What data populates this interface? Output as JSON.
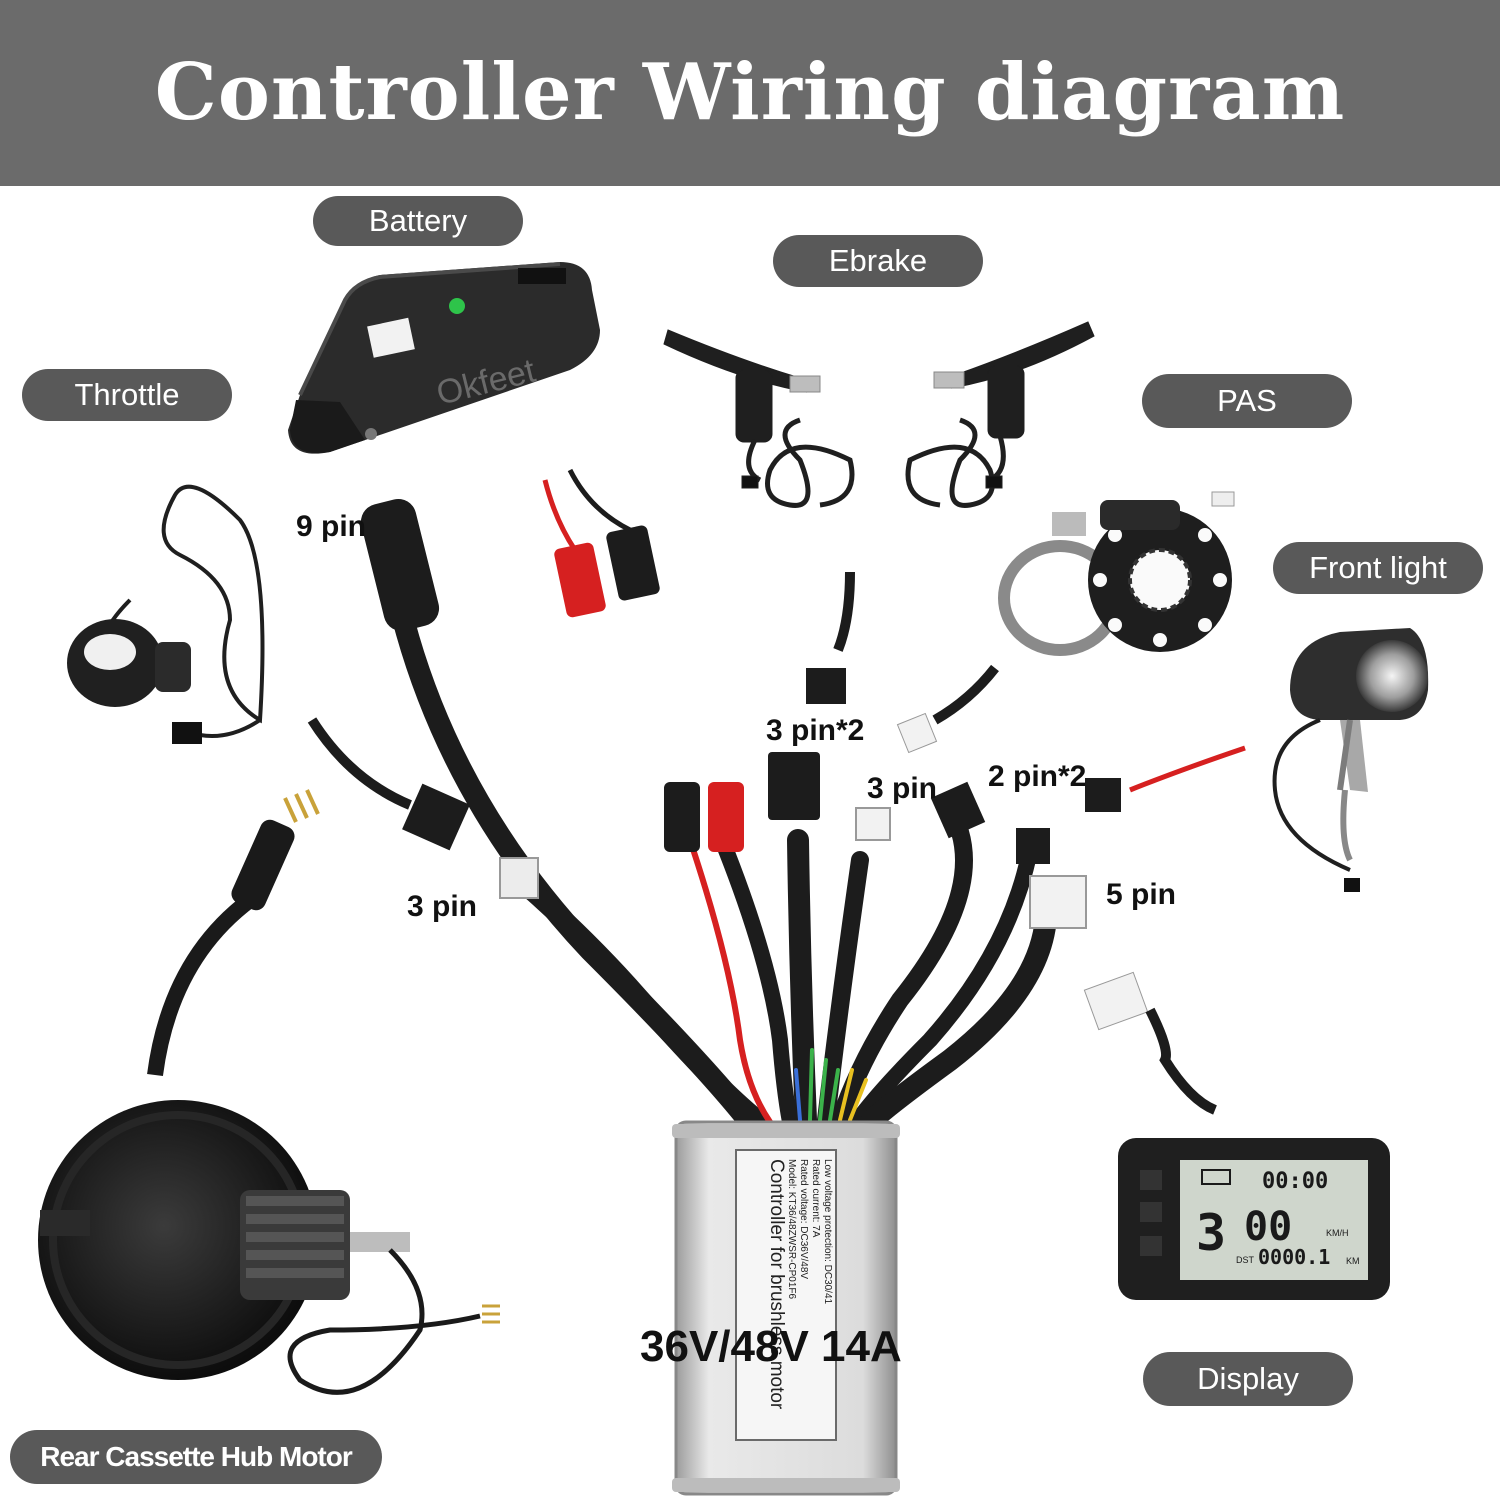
{
  "header": {
    "title": "Controller Wiring diagram"
  },
  "components": {
    "battery": "Battery",
    "ebrake": "Ebrake",
    "throttle": "Throttle",
    "pas": "PAS",
    "front_light": "Front light",
    "display": "Display",
    "motor": "Rear Cassette Hub Motor"
  },
  "pins": {
    "nine": "9 pin",
    "three_pin_x2": "3 pin*2",
    "three_pin_pas": "3 pin",
    "two_pin_x2": "2 pin*2",
    "three_pin_throttle": "3 pin",
    "five_pin": "5 pin"
  },
  "spec": "36V/48V 14A",
  "battery_brand": "Okfeet",
  "controller_label": {
    "title": "Controller for brushless motor",
    "lines": [
      "Model: KT36/48ZWSR-CP01F6",
      "Rated voltage: DC36V/48V",
      "Rated current: 7A",
      "Low voltage protection: DC30/41"
    ]
  },
  "display_screen": {
    "time": "00:00",
    "speed": "00",
    "speed_unit": "KM/H",
    "level": "3",
    "dst_label": "DST",
    "distance": "0000.1",
    "distance_unit": "KM"
  },
  "colors": {
    "header_bg": "#6b6b6b",
    "pill_bg": "#595959",
    "cable": "#1c1c1c",
    "red_wire": "#d62020"
  }
}
